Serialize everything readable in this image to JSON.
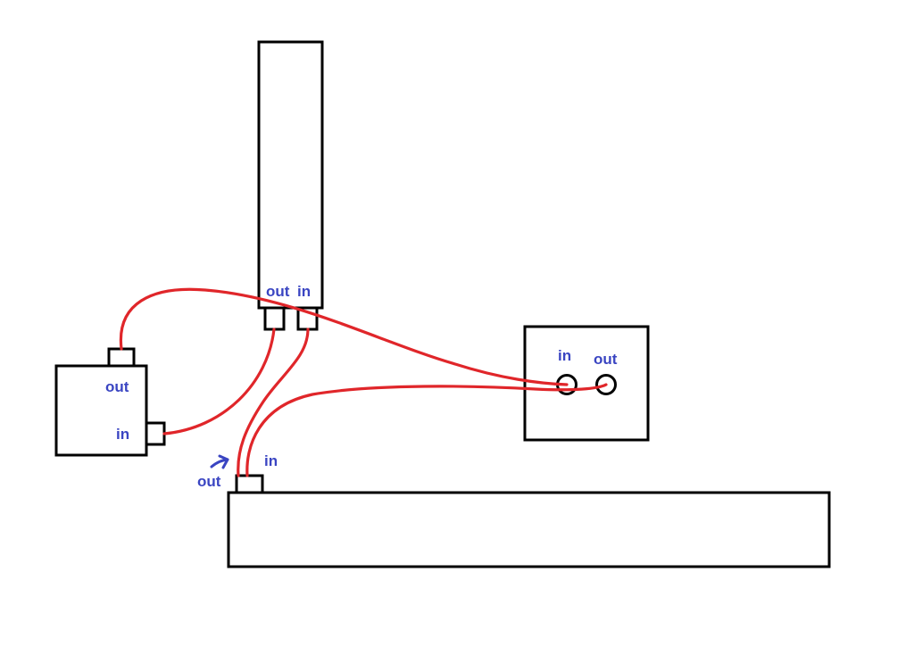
{
  "colors": {
    "label": "#3a45c2",
    "cable": "#e0262a",
    "outline": "#000000",
    "background": "#ffffff"
  },
  "devices": {
    "tall_unit": {
      "out_label": "out",
      "in_label": "in"
    },
    "left_unit": {
      "out_label": "out",
      "in_label": "in"
    },
    "right_unit": {
      "in_label": "in",
      "out_label": "out"
    },
    "base_unit": {
      "out_label": "out",
      "in_label": "in"
    }
  },
  "cables": [
    {
      "from": "tall_unit.out",
      "to": "left_unit.in"
    },
    {
      "from": "left_unit.out",
      "to": "right_unit.in"
    },
    {
      "from": "tall_unit.in",
      "to": "base_unit.out"
    },
    {
      "from": "base_unit.in",
      "to": "right_unit.out"
    }
  ],
  "annotations": [
    {
      "icon": "arrow-icon",
      "points_to": "base_unit.out"
    }
  ]
}
